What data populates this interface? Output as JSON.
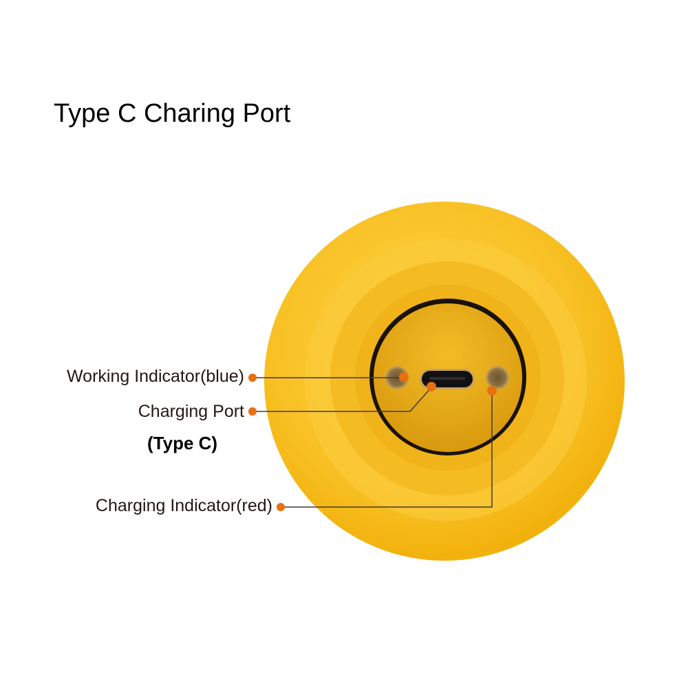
{
  "title": "Type C Charing Port",
  "labels": {
    "working_indicator": "Working Indicator(blue)",
    "charging_port": "Charging Port",
    "charging_port_type": "(Type C)",
    "charging_indicator": "Charging Indicator(red)"
  },
  "colors": {
    "body": "#f7be1f",
    "callout_dot": "#e8700f",
    "callout_line": "#3a3a3a",
    "text": "#231815"
  }
}
